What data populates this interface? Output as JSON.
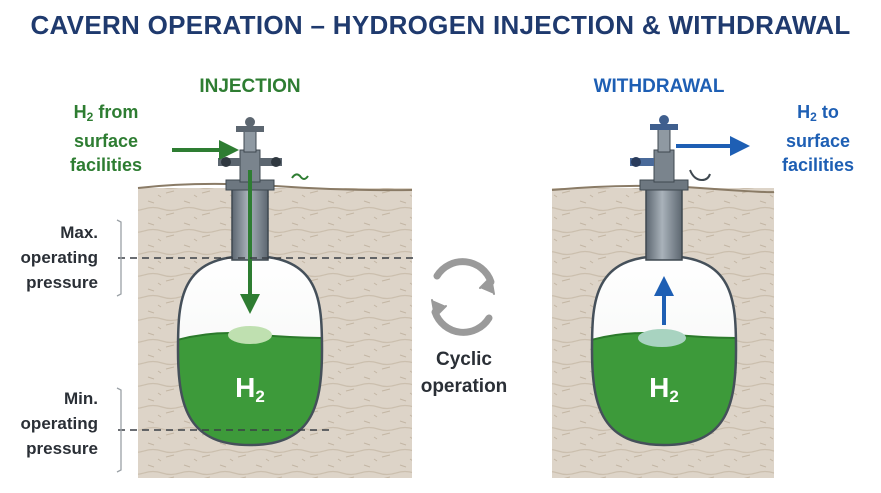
{
  "title": "CAVERN OPERATION – HYDROGEN INJECTION & WITHDRAWAL",
  "injection": {
    "label": "INJECTION",
    "flow_label": {
      "main": "H",
      "sub": "2",
      "rest_line1": " from",
      "line2": "surface",
      "line3": "facilities"
    },
    "gas_label": {
      "main": "H",
      "sub": "2"
    }
  },
  "withdrawal": {
    "label": "WITHDRAWAL",
    "flow_label": {
      "main": "H",
      "sub": "2",
      "rest_line1": " to",
      "line2": "surface",
      "line3": "facilities"
    },
    "gas_label": {
      "main": "H",
      "sub": "2"
    }
  },
  "pressure_levels": {
    "max": {
      "line1": "Max.",
      "line2": "operating",
      "line3": "pressure"
    },
    "min": {
      "line1": "Min.",
      "line2": "operating",
      "line3": "pressure"
    }
  },
  "cycle": {
    "line1": "Cyclic",
    "line2": "operation"
  },
  "colors": {
    "title": "#1f3a6e",
    "injection": "#2e7d32",
    "withdrawal": "#1e5fb4",
    "hydrogen_fill": "#3d9a3a",
    "rock": "#d9cfc3",
    "cycle_arrows": "#9a9a9a"
  }
}
